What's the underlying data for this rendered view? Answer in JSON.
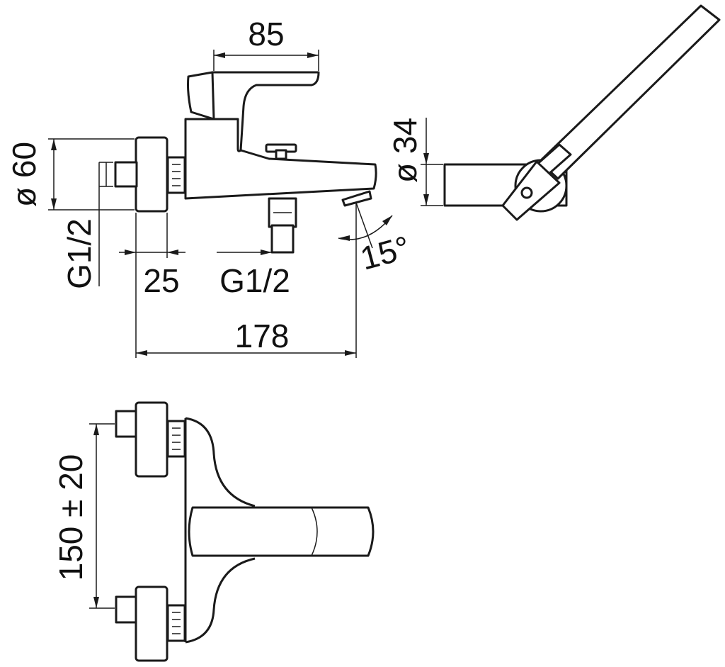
{
  "dimensions": {
    "handle_width": "85",
    "body_diameter": "ø 60",
    "inlet_thread_left": "G1/2",
    "rosette_depth": "25",
    "outlet_thread": "G1/2",
    "spout_angle": "15°",
    "overall_length": "178",
    "shower_diameter": "ø 34",
    "center_distance": "150 ± 20"
  }
}
